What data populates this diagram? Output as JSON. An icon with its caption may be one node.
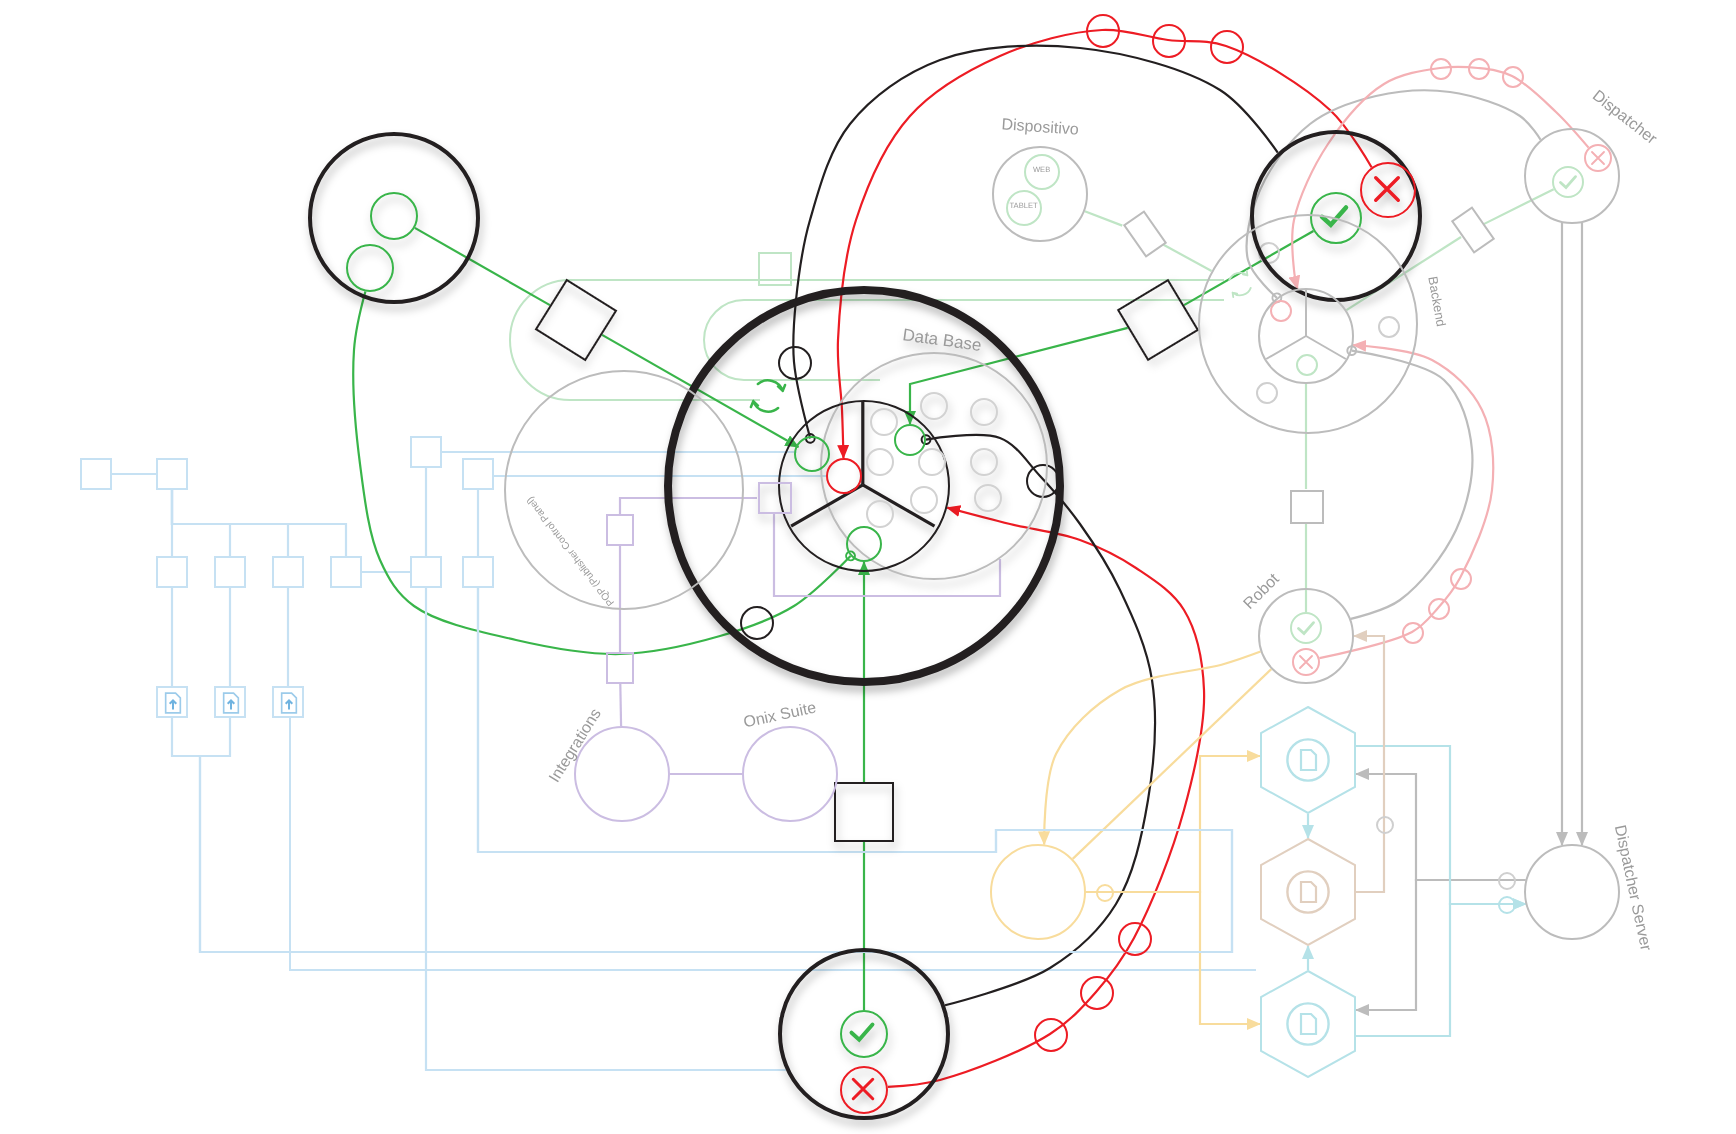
{
  "diagram": {
    "nodes": [
      {
        "text": [],
        "shape": "circle"
      },
      {
        "text": [],
        "shape": "circle",
        "in": 0
      },
      {
        "text": [],
        "shape": "circle",
        "in": 0
      },
      {
        "text": [],
        "shape": "circle"
      },
      {
        "text": [
          "PQP (Publisher Control Panel)"
        ]
      },
      {
        "text": [
          "Data Base"
        ],
        "in": 3
      },
      {
        "text": [],
        "shape": "circle",
        "in": 3
      },
      {
        "text": [],
        "shape": "circle",
        "in": 6
      },
      {
        "text": [],
        "shape": "circle"
      },
      {
        "text": [],
        "shape": "circle"
      },
      {
        "text": [],
        "shape": "circle"
      },
      {
        "text": [],
        "shape": "box"
      },
      {
        "text": [],
        "shape": "box"
      },
      {
        "text": [],
        "shape": "box"
      },
      {
        "text": [],
        "shape": "circle"
      },
      {
        "text": [],
        "shape": "circle",
        "in": 14
      },
      {
        "text": [],
        "shape": "circle",
        "in": 14
      },
      {
        "text": [],
        "shape": "circle"
      },
      {
        "text": [],
        "shape": "circle",
        "in": 17
      },
      {
        "text": [],
        "shape": "circle",
        "in": 17
      },
      {
        "text": [
          "Dispositivo"
        ]
      },
      {
        "text": [
          "WEB"
        ],
        "in": 20
      },
      {
        "text": [
          "TABLET"
        ],
        "in": 20
      },
      {
        "text": [],
        "shape": "box"
      },
      {
        "text": [
          "Backend"
        ]
      },
      {
        "text": [],
        "shape": "circle",
        "in": 24
      },
      {
        "text": [],
        "shape": "box"
      },
      {
        "text": [
          "Dispatcher"
        ]
      },
      {
        "text": [],
        "shape": "circle",
        "in": 27
      },
      {
        "text": [],
        "shape": "circle",
        "in": 27
      },
      {
        "text": [],
        "shape": "box"
      },
      {
        "text": [
          "Robot"
        ]
      },
      {
        "text": [],
        "shape": "circle",
        "in": 31
      },
      {
        "text": [],
        "shape": "circle",
        "in": 31
      },
      {
        "text": [
          "Dispatcher Server"
        ]
      },
      {
        "text": [
          "Integrations"
        ]
      },
      {
        "text": [
          "Onix Suite"
        ]
      },
      {
        "text": [],
        "shape": "circle"
      },
      {
        "text": [],
        "shape": "hexagon"
      },
      {
        "text": [],
        "shape": "hexagon"
      },
      {
        "text": [],
        "shape": "hexagon"
      },
      {
        "text": [],
        "shape": "box"
      },
      {
        "text": [],
        "shape": "box"
      },
      {
        "text": [],
        "shape": "box"
      },
      {
        "text": [],
        "shape": "box"
      },
      {
        "text": [],
        "shape": "box"
      },
      {
        "text": [],
        "shape": "box"
      },
      {
        "text": [],
        "shape": "box"
      },
      {
        "text": [],
        "shape": "box"
      },
      {
        "text": [],
        "shape": "box"
      },
      {
        "text": [],
        "shape": "box"
      },
      {
        "text": [],
        "shape": "box"
      },
      {
        "text": [],
        "shape": "box"
      },
      {
        "text": [],
        "shape": "box"
      },
      {
        "text": [],
        "shape": "box",
        "in": 4
      },
      {
        "text": [],
        "shape": "box"
      },
      {
        "text": [],
        "shape": "box"
      },
      {
        "text": [],
        "shape": "box",
        "in": 3
      },
      {
        "text": [],
        "shape": "circle"
      },
      {
        "text": [],
        "shape": "circle",
        "in": 5
      },
      {
        "text": [],
        "shape": "circle",
        "in": 5
      },
      {
        "text": [],
        "shape": "circle"
      },
      {
        "text": [],
        "shape": "circle"
      },
      {
        "text": [],
        "shape": "circle",
        "in": 5
      },
      {
        "text": [],
        "shape": "circle"
      },
      {
        "text": [],
        "shape": "circle"
      },
      {
        "text": [],
        "shape": "circle",
        "in": 5
      }
    ],
    "edges": [
      {
        "from": 41,
        "to": 42,
        "arrow": "none"
      },
      {
        "from": 42,
        "to": 43,
        "arrow": "none"
      },
      {
        "from": 42,
        "to": 44,
        "arrow": "none"
      },
      {
        "from": 42,
        "to": 45,
        "arrow": "none"
      },
      {
        "from": 42,
        "to": 46,
        "arrow": "none"
      },
      {
        "from": 46,
        "to": 47,
        "arrow": "none"
      },
      {
        "from": 49,
        "to": 47,
        "arrow": "none"
      },
      {
        "from": 50,
        "to": 48,
        "arrow": "none"
      },
      {
        "from": 43,
        "to": 51,
        "arrow": "none"
      },
      {
        "from": 44,
        "to": 52,
        "arrow": "none"
      },
      {
        "from": 45,
        "to": 53,
        "arrow": "none"
      },
      {
        "from": 1,
        "to": 11,
        "arrow": "none",
        "color": "#39b54a"
      },
      {
        "from": 11,
        "to": 7,
        "arrow": "to",
        "color": "#39b54a"
      },
      {
        "from": 15,
        "to": 12,
        "arrow": "none",
        "color": "#39b54a"
      },
      {
        "from": 12,
        "to": 9,
        "arrow": "to",
        "color": "#39b54a"
      },
      {
        "from": 18,
        "to": 13,
        "arrow": "none",
        "color": "#39b54a"
      },
      {
        "from": 13,
        "to": 10,
        "arrow": "to",
        "color": "#39b54a"
      },
      {
        "from": 2,
        "to": 10,
        "arrow": "other",
        "color": "#39b54a"
      },
      {
        "from": 16,
        "to": 8,
        "arrow": "to",
        "color": "#ed1c24"
      },
      {
        "from": 19,
        "to": 6,
        "arrow": "to",
        "color": "#ed1c24"
      },
      {
        "from": 14,
        "to": 7,
        "arrow": "other",
        "color": "#231f20"
      },
      {
        "from": 17,
        "to": 9,
        "arrow": "other",
        "color": "#231f20"
      },
      {
        "from": 20,
        "to": 23,
        "arrow": "none",
        "color": "#bfe5c5"
      },
      {
        "from": 23,
        "to": 24,
        "arrow": "none",
        "color": "#bfe5c5"
      },
      {
        "from": 25,
        "to": 26,
        "arrow": "none",
        "color": "#bfe5c5"
      },
      {
        "from": 26,
        "to": 28,
        "arrow": "none",
        "color": "#bfe5c5"
      },
      {
        "from": 25,
        "to": 30,
        "arrow": "none",
        "color": "#bfe5c5"
      },
      {
        "from": 30,
        "to": 32,
        "arrow": "none",
        "color": "#bfe5c5"
      },
      {
        "from": 27,
        "to": 34,
        "arrow": "to",
        "color": "#bcbcbc"
      },
      {
        "from": 27,
        "to": 34,
        "arrow": "to",
        "color": "#bcbcbc"
      },
      {
        "from": 27,
        "to": 25,
        "arrow": "other",
        "color": "#bcbcbc"
      },
      {
        "from": 31,
        "to": 25,
        "arrow": "other",
        "color": "#bcbcbc"
      },
      {
        "from": 29,
        "to": 25,
        "arrow": "to",
        "color": "#f4b0b4"
      },
      {
        "from": 33,
        "to": 25,
        "arrow": "to",
        "color": "#f4b0b4"
      },
      {
        "from": 38,
        "to": 39,
        "arrow": "to",
        "color": "#b5e2e8"
      },
      {
        "from": 40,
        "to": 39,
        "arrow": "to",
        "color": "#b5e2e8"
      },
      {
        "from": 34,
        "to": 38,
        "arrow": "to",
        "color": "#bcbcbc"
      },
      {
        "from": 34,
        "to": 40,
        "arrow": "to",
        "color": "#bcbcbc"
      },
      {
        "from": 38,
        "to": 34,
        "arrow": "to",
        "color": "#b5e2e8"
      },
      {
        "from": 40,
        "to": 34,
        "arrow": "to",
        "color": "#b5e2e8"
      },
      {
        "from": 39,
        "to": 31,
        "arrow": "to",
        "color": "#e1cfbf"
      },
      {
        "from": 31,
        "to": 37,
        "arrow": "to",
        "color": "#f8dc9c"
      },
      {
        "from": 37,
        "to": 31,
        "arrow": "none",
        "color": "#f8dc9c"
      },
      {
        "from": 37,
        "to": 38,
        "arrow": "to",
        "color": "#f8dc9c"
      },
      {
        "from": 37,
        "to": 40,
        "arrow": "to",
        "color": "#f8dc9c"
      },
      {
        "from": 35,
        "to": 36,
        "arrow": "none",
        "color": "#cbbde2"
      },
      {
        "from": 55,
        "to": 35,
        "arrow": "none",
        "color": "#cbbde2"
      },
      {
        "from": 54,
        "to": 55,
        "arrow": "none",
        "color": "#cbbde2"
      },
      {
        "from": 51,
        "to": 48,
        "arrow": "none"
      },
      {
        "from": 52,
        "to": 48,
        "arrow": "none"
      },
      {
        "from": 47,
        "to": 17,
        "arrow": "none"
      },
      {
        "from": 54,
        "to": 57,
        "arrow": "none",
        "color": "#cbbde2"
      },
      {
        "from": 57,
        "to": 5,
        "arrow": "none",
        "color": "#cbbde2"
      },
      {
        "from": 49,
        "to": 7,
        "arrow": "none"
      },
      {
        "from": 50,
        "to": 8,
        "arrow": "none"
      }
    ]
  }
}
